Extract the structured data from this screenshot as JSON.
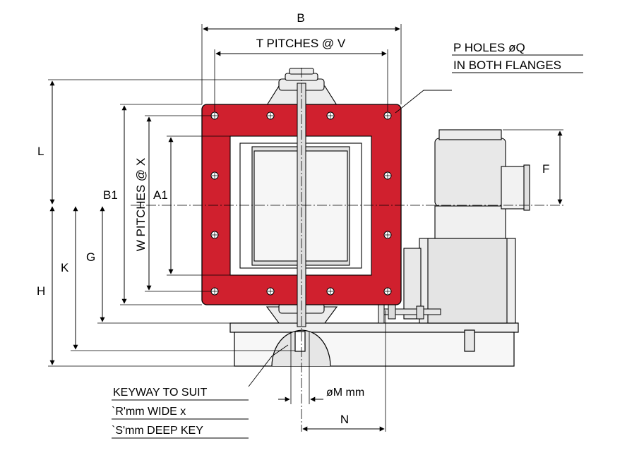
{
  "labels": {
    "b": "B",
    "t_pitches": "T PITCHES @ V",
    "p_holes": "P HOLES øQ",
    "in_both_flanges": "IN BOTH FLANGES",
    "l": "L",
    "b1": "B1",
    "a1": "A1",
    "w_pitches": "W PITCHES @ X",
    "f": "F",
    "k": "K",
    "g": "G",
    "h": "H",
    "keyway_line1": "KEYWAY TO SUIT",
    "keyway_line2": "`R'mm WIDE x",
    "keyway_line3": "`S'mm DEEP KEY",
    "shaft_dia": "øM mm",
    "n": "N"
  },
  "colors": {
    "flange": "#d0202e",
    "line": "#000000",
    "body": "#f2f2f2",
    "shade": "#d9d9d9"
  }
}
